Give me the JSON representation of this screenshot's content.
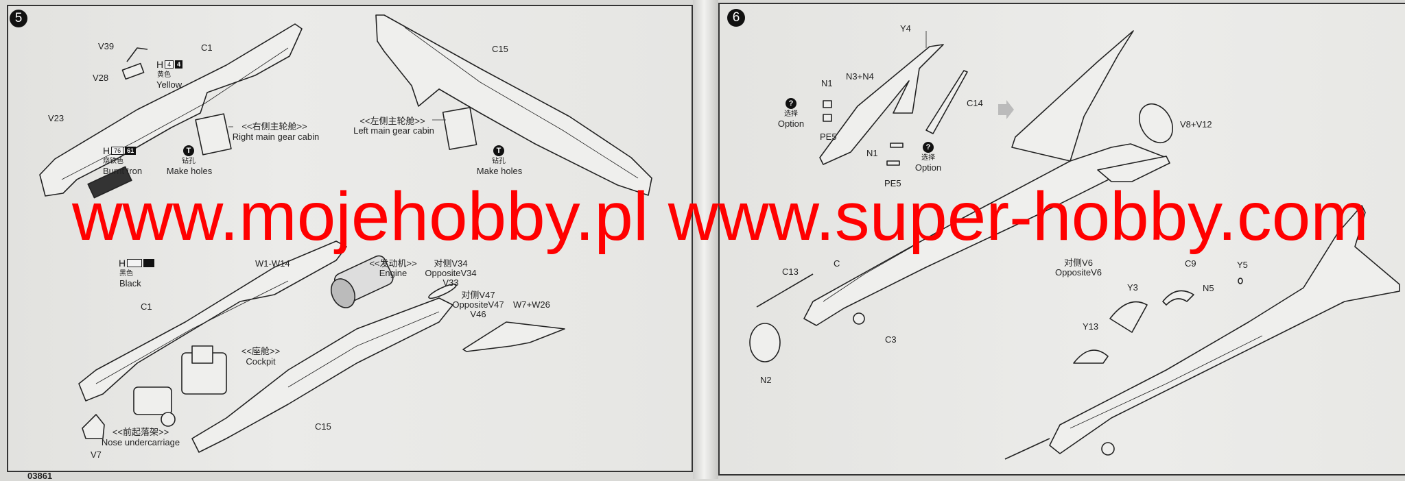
{
  "watermark": {
    "text": "www.mojehobby.pl www.super-hobby.com",
    "color": "#ff0000"
  },
  "page_number": "03861",
  "step5": {
    "number": "5",
    "labels": {
      "v39": "V39",
      "c1_top": "C1",
      "v28": "V28",
      "v23": "V23",
      "c15_top": "C15",
      "c1_bottom": "C1",
      "c15_bottom": "C15",
      "v7": "V7",
      "w_parts": "W1-W14",
      "v34_cn": "对侧V34",
      "v34_en": "OppositeV34",
      "v33": "V33",
      "v47_cn": "对侧V47",
      "v47_en": "OppositeV47",
      "v46": "V46",
      "w7w26": "W7+W26"
    },
    "paint": [
      {
        "prefix": "H",
        "code1": "4",
        "code2": "4",
        "cn": "黄色",
        "en": "Yellow"
      },
      {
        "prefix": "H",
        "code1": "76",
        "code2": "61",
        "cn": "烧铁色",
        "en": "Burnt Iron"
      },
      {
        "prefix": "H",
        "code1": "",
        "code2": "",
        "cn": "黑色",
        "en": "Black"
      }
    ],
    "callouts": {
      "right_gear_cn": "<<右侧主轮舱>>",
      "right_gear_en": "Right main gear cabin",
      "left_gear_cn": "<<左侧主轮舱>>",
      "left_gear_en": "Left main gear cabin",
      "engine_cn": "<<发动机>>",
      "engine_en": "Engine",
      "cockpit_cn": "<<座舱>>",
      "cockpit_en": "Cockpit",
      "nose_gear_cn": "<<前起落架>>",
      "nose_gear_en": "Nose undercarriage"
    },
    "holes": [
      {
        "icon": "drill-icon",
        "cn": "钻孔",
        "en": "Make holes"
      },
      {
        "icon": "drill-icon",
        "cn": "钻孔",
        "en": "Make holes"
      }
    ]
  },
  "step6": {
    "number": "6",
    "labels": {
      "y4": "Y4",
      "n3n4": "N3+N4",
      "n1_a": "N1",
      "pe5_a": "PE5",
      "c14": "C14",
      "n1_b": "N1",
      "pe5_b": "PE5",
      "v8v12": "V8+V12",
      "c_part": "C",
      "c13": "C13",
      "c3": "C3",
      "n2": "N2",
      "v6_cn": "对侧V6",
      "v6_en": "OppositeV6",
      "c9": "C9",
      "y5": "Y5",
      "y3": "Y3",
      "n5": "N5",
      "y13": "Y13"
    },
    "options": [
      {
        "icon": "option-icon",
        "cn": "选择",
        "en": "Option"
      },
      {
        "icon": "option-icon",
        "cn": "选择",
        "en": "Option"
      }
    ]
  }
}
